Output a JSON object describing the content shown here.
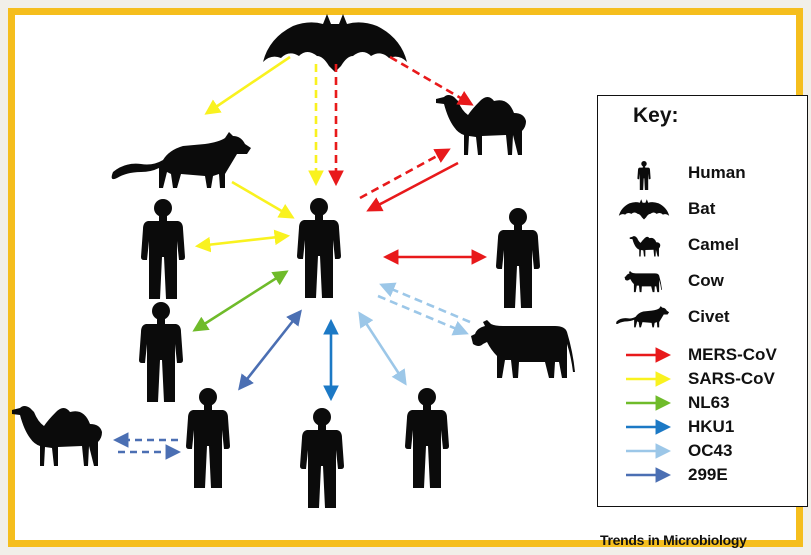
{
  "colors": {
    "frame": "#f5be1d",
    "mers": "#e8191b",
    "sars": "#f9f21f",
    "nl63": "#6fbb2a",
    "hku1": "#1c79c5",
    "oc43": "#9cc7e8",
    "e229": "#4b6fb3",
    "silhouette": "#0b0b0b"
  },
  "key": {
    "title": "Key:",
    "items": [
      {
        "icon": "human-icon",
        "label": "Human"
      },
      {
        "icon": "bat-icon",
        "label": "Bat"
      },
      {
        "icon": "camel-icon",
        "label": "Camel"
      },
      {
        "icon": "cow-icon",
        "label": "Cow"
      },
      {
        "icon": "civet-icon",
        "label": "Civet"
      },
      {
        "icon": "red-arrow-icon",
        "label": "MERS-CoV"
      },
      {
        "icon": "yellow-arrow-icon",
        "label": "SARS-CoV"
      },
      {
        "icon": "green-arrow-icon",
        "label": "NL63"
      },
      {
        "icon": "blue-arrow-icon",
        "label": "HKU1"
      },
      {
        "icon": "light-blue-arrow-icon",
        "label": "OC43"
      },
      {
        "icon": "slate-blue-arrow-icon",
        "label": "299E"
      }
    ]
  },
  "credit": "Trends in Microbiology"
}
